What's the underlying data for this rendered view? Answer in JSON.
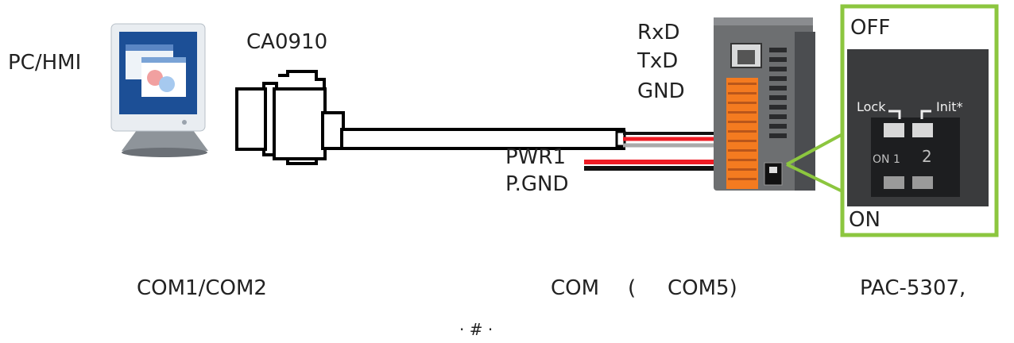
{
  "labels": {
    "host": "PC/HMI",
    "cable": "CA0910",
    "rxd": "RxD",
    "txd": "TxD",
    "gnd": "GND",
    "pwr1": "PWR1",
    "pgnd": "P.GND",
    "off": "OFF",
    "on": "ON"
  },
  "switch_panel": {
    "lock": "Lock",
    "init": "Init*",
    "pos1": "ON 1",
    "pos2": "2"
  },
  "caption": {
    "part1": "COM1/COM2",
    "part2": "COM",
    "part3": "(",
    "part4": "COM5)",
    "part5": "PAC-5307,",
    "line2": "·  #  ·"
  },
  "colors": {
    "frame_green": "#8cc63f",
    "wire_red": "#ee1c25",
    "wire_black": "#111111",
    "wire_gray": "#aaaaaa",
    "terminal_orange": "#f47b20",
    "device_gray": "#6d6f71"
  }
}
